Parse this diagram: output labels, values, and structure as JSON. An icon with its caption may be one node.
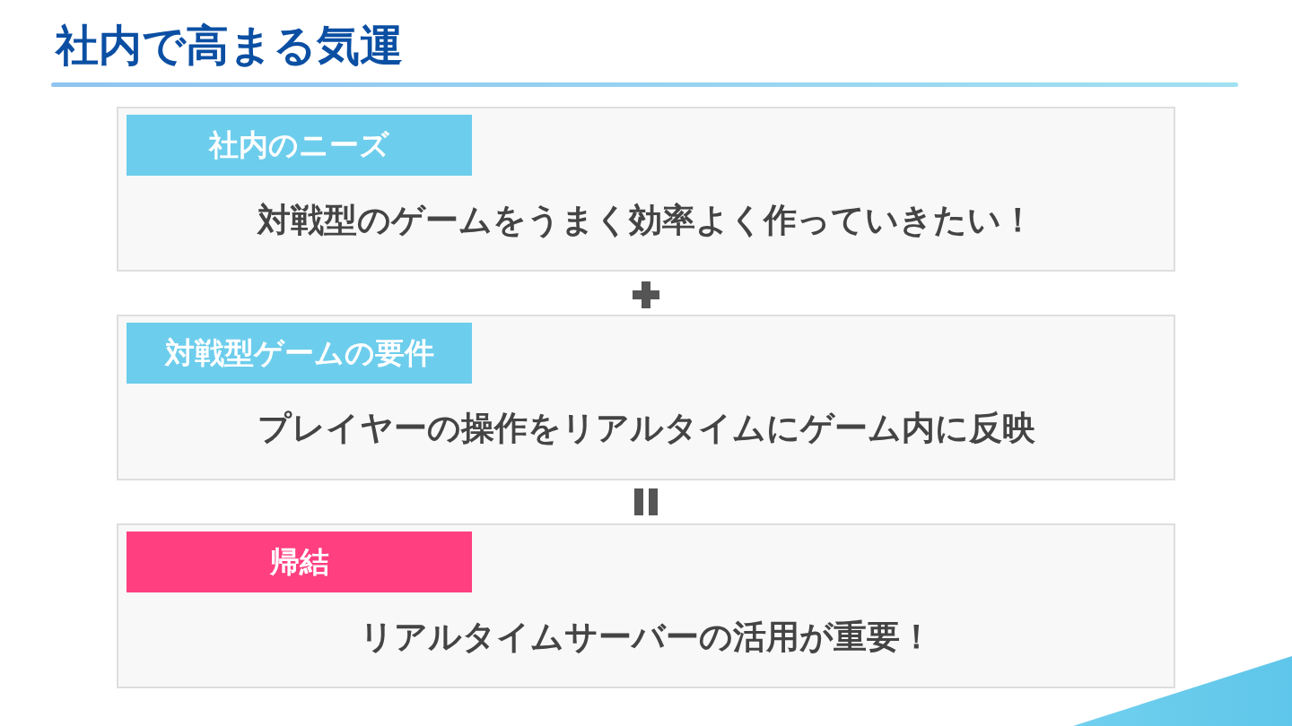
{
  "diagram": {
    "title": "社内で高まる気運",
    "nodes": [
      {
        "text": [
          "対戦型のゲームをうまく効率よく作っていきたい！"
        ]
      },
      {
        "text": [
          "社内のニーズ"
        ],
        "in": 0
      },
      {
        "text": [
          "プレイヤーの操作をリアルタイムにゲーム内に反映"
        ]
      },
      {
        "text": [
          "対戦型ゲームの要件"
        ],
        "in": 2
      },
      {
        "text": [
          "リアルタイムサーバーの活用が重要！"
        ]
      },
      {
        "text": [
          "帰結"
        ],
        "in": 4
      }
    ]
  }
}
